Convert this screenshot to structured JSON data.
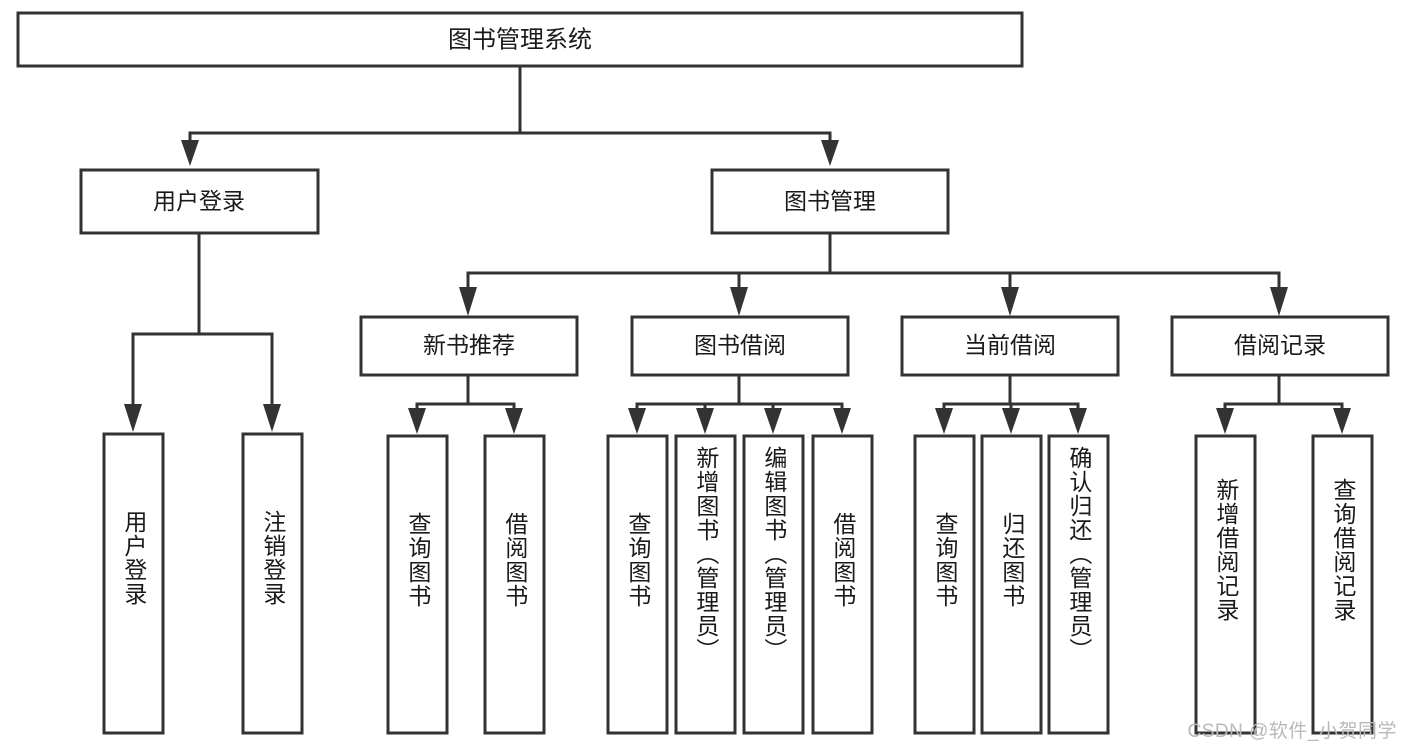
{
  "diagram": {
    "type": "tree-hierarchy",
    "title": "图书管理系统",
    "watermark": "CSDN @软件_小贺同学",
    "colors": {
      "background": "#ffffff",
      "stroke": "#333333",
      "text": "#1a1a1a",
      "watermark": "#b9b9b9"
    },
    "root": {
      "id": "root",
      "label": "图书管理系统"
    },
    "level2": [
      {
        "id": "user-login",
        "label": "用户登录"
      },
      {
        "id": "book-manage",
        "label": "图书管理"
      }
    ],
    "level3": [
      {
        "id": "new-book-recommend",
        "label": "新书推荐"
      },
      {
        "id": "book-borrow",
        "label": "图书借阅"
      },
      {
        "id": "current-borrow",
        "label": "当前借阅"
      },
      {
        "id": "borrow-record",
        "label": "借阅记录"
      }
    ],
    "leaves": {
      "user-login": [
        {
          "id": "leaf-user-login",
          "label": "用户登录"
        },
        {
          "id": "leaf-logout",
          "label": "注销登录"
        }
      ],
      "new-book-recommend": [
        {
          "id": "leaf-query-book-1",
          "label": "查询图书"
        },
        {
          "id": "leaf-borrow-book-1",
          "label": "借阅图书"
        }
      ],
      "book-borrow": [
        {
          "id": "leaf-query-book-2",
          "label": "查询图书"
        },
        {
          "id": "leaf-add-book",
          "label": "新增图书（管理员）"
        },
        {
          "id": "leaf-edit-book",
          "label": "编辑图书（管理员）"
        },
        {
          "id": "leaf-borrow-book-2",
          "label": "借阅图书"
        }
      ],
      "current-borrow": [
        {
          "id": "leaf-query-book-3",
          "label": "查询图书"
        },
        {
          "id": "leaf-return-book",
          "label": "归还图书"
        },
        {
          "id": "leaf-confirm-return",
          "label": "确认归还（管理员）"
        }
      ],
      "borrow-record": [
        {
          "id": "leaf-add-record",
          "label": "新增借阅记录"
        },
        {
          "id": "leaf-query-record",
          "label": "查询借阅记录"
        }
      ]
    }
  }
}
